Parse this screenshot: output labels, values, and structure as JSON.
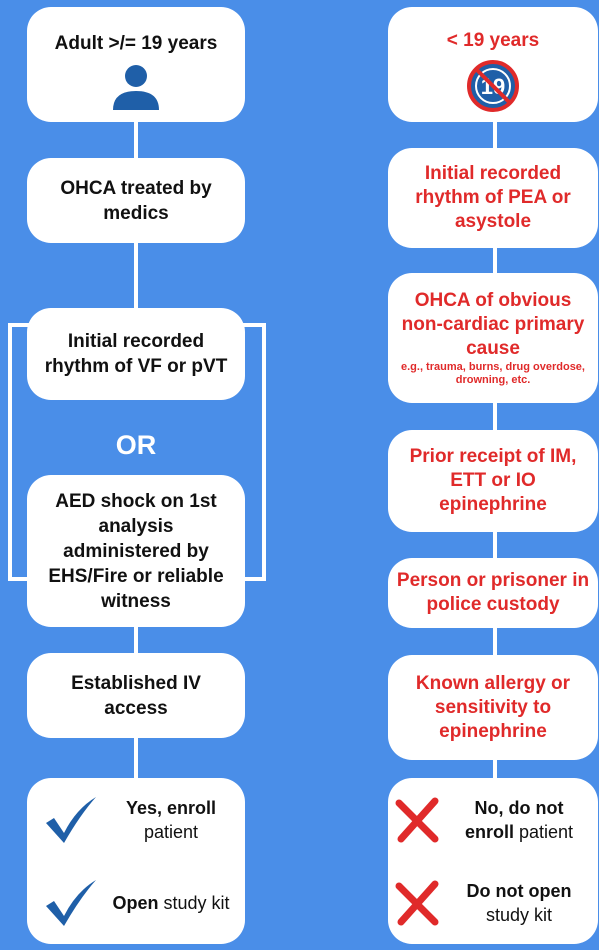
{
  "left": {
    "adult": "Adult >/= 19 years",
    "ohca": "OHCA treated by medics",
    "rhythm": "Initial recorded rhythm of VF or pVT",
    "or": "OR",
    "aed": "AED shock on 1st analysis administered by EHS/Fire or reliable witness",
    "iv": "Established IV access",
    "yes_bold": "Yes, enroll",
    "yes_rest": "patient",
    "open_bold": "Open",
    "open_rest": "study kit"
  },
  "right": {
    "under19": "< 19 years",
    "badge_number": "19",
    "pea": "Initial recorded rhythm of PEA or asystole",
    "noncardiac": "OHCA of obvious non-cardiac primary cause",
    "noncardiac_examples": "e.g., trauma, burns, drug overdose, drowning, etc.",
    "epi": "Prior receipt of IM, ETT or IO epinephrine",
    "custody": "Person or prisoner in police custody",
    "allergy": "Known allergy or sensitivity to epinephrine",
    "no_bold_1": "No, do not",
    "no_bold_2": "enroll",
    "no_rest": "patient",
    "dont_open_bold": "Do not open",
    "dont_open_rest": "study kit"
  },
  "colors": {
    "background": "#4a8ee8",
    "red": "#e02a2a",
    "check_blue": "#1f5fa8",
    "icon_blue": "#1f5fa8"
  }
}
